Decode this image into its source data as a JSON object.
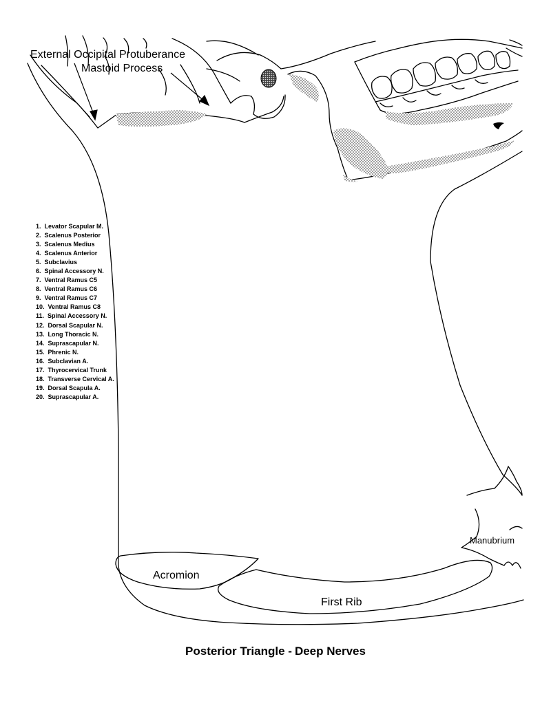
{
  "labels": {
    "external_occipital_protuberance": "External Occipital Protuberance",
    "mastoid_process": "Mastoid Process",
    "acromion": "Acromion",
    "first_rib": "First Rib",
    "manubrium": "Manubrium"
  },
  "legend": [
    {
      "num": "1.",
      "text": "Levator Scapular M."
    },
    {
      "num": "2.",
      "text": "Scalenus Posterior"
    },
    {
      "num": "3.",
      "text": "Scalenus Medius"
    },
    {
      "num": "4.",
      "text": "Scalenus Anterior"
    },
    {
      "num": "5.",
      "text": "Subclavius"
    },
    {
      "num": "6.",
      "text": "Spinal Accessory N."
    },
    {
      "num": "7.",
      "text": "Ventral Ramus C5"
    },
    {
      "num": "8.",
      "text": "Ventral Ramus C6"
    },
    {
      "num": "9.",
      "text": "Ventral Ramus C7"
    },
    {
      "num": "10.",
      "text": "Ventral Ramus C8"
    },
    {
      "num": "11.",
      "text": "Spinal Accessory N."
    },
    {
      "num": "12.",
      "text": "Dorsal Scapular N."
    },
    {
      "num": "13.",
      "text": "Long Thoracic N."
    },
    {
      "num": "14.",
      "text": "Suprascapular N."
    },
    {
      "num": "15.",
      "text": "Phrenic N."
    },
    {
      "num": "16.",
      "text": "Subclavian A."
    },
    {
      "num": "17.",
      "text": "Thyrocervical Trunk"
    },
    {
      "num": "18.",
      "text": "Transverse Cervical A."
    },
    {
      "num": "19.",
      "text": "Dorsal Scapula A."
    },
    {
      "num": "20.",
      "text": "Suprascapular A."
    }
  ],
  "title": {
    "part1": "Posterior Triangle -",
    "part2": "Deep Nerves"
  }
}
